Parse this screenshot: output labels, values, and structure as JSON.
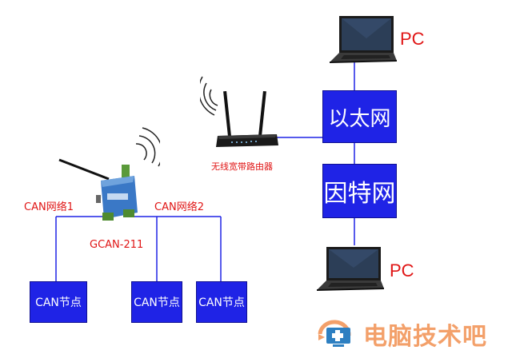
{
  "labels": {
    "pc_top": "PC",
    "pc_bottom": "PC",
    "ethernet": "以太网",
    "internet": "因特网",
    "router": "无线宽带路由器",
    "can_network_1": "CAN网络1",
    "can_network_2": "CAN网络2",
    "gateway": "GCAN-211",
    "can_node_1": "CAN节点",
    "can_node_2": "CAN节点",
    "can_node_3": "CAN节点"
  },
  "watermark": {
    "text": "电脑技术吧"
  },
  "colors": {
    "box_fill": "#1f23e6",
    "line": "#1f23e6",
    "label_red": "#e01515",
    "watermark": "#f3a06a",
    "laptop_body": "#2a2a2a",
    "router_body": "#1a1a1a",
    "gateway_body": "#3a78c6"
  },
  "icons": {
    "laptop_top": "laptop-icon",
    "laptop_bottom": "laptop-icon",
    "router": "wireless-router-icon",
    "gateway": "can-gateway-device-icon",
    "watermark_logo": "computer-repair-logo-icon"
  }
}
